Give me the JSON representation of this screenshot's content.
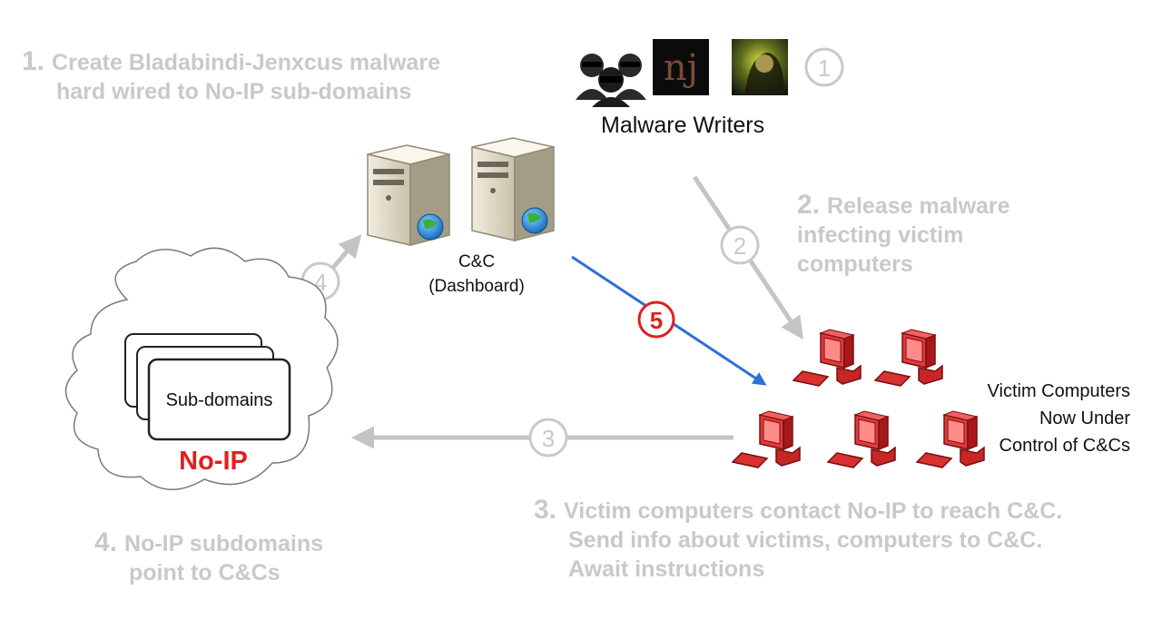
{
  "steps": {
    "step1": {
      "num": "1.",
      "line1": "Create Bladabindi-Jenxcus malware",
      "line2": "hard wired to No-IP sub-domains"
    },
    "step2": {
      "num": "2.",
      "line1": "Release malware",
      "line2": "infecting victim",
      "line3": "computers"
    },
    "step3": {
      "num": "3.",
      "line1": "Victim computers contact No-IP to reach C&C.",
      "line2": "Send info about victims, computers to C&C.",
      "line3": "Await instructions"
    },
    "step4": {
      "num": "4.",
      "line1": "No-IP subdomains",
      "line2": "point to C&Cs"
    }
  },
  "labels": {
    "malware_writers": "Malware Writers",
    "nj_logo": "nj",
    "cc_line1": "C&C",
    "cc_line2": "(Dashboard)",
    "subdomains": "Sub-domains",
    "noip": "No-IP",
    "victims_line1": "Victim Computers",
    "victims_line2": "Now Under",
    "victims_line3": "Control of C&Cs"
  },
  "arrow_numbers": {
    "a1": "1",
    "a2": "2",
    "a3": "3",
    "a4": "4",
    "a5": "5"
  },
  "colors": {
    "gray_text": "#c9c9c9",
    "arrow_gray": "#c4c4c4",
    "arrow_blue": "#2e6fd6",
    "red": "#e02020"
  }
}
